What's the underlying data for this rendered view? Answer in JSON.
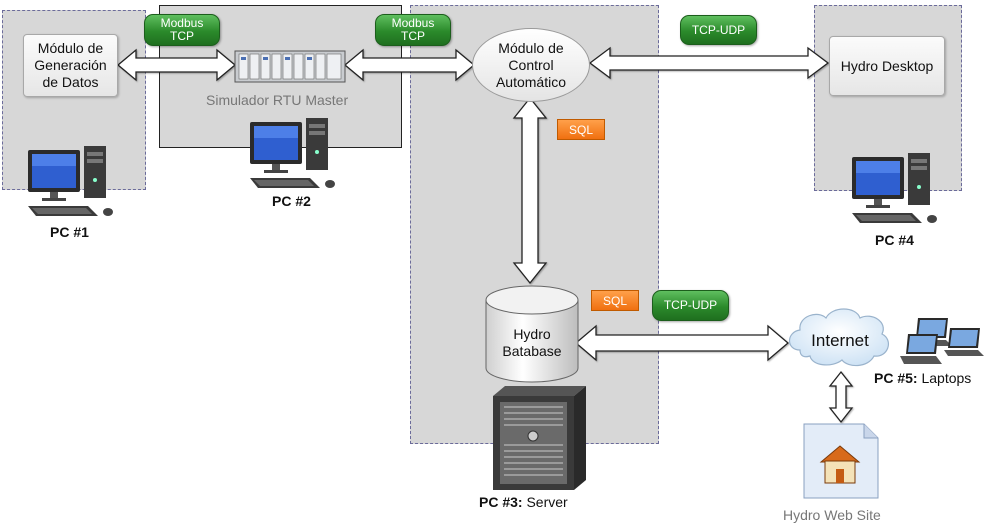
{
  "zones": {
    "pc1": "",
    "pc2": "",
    "pc3": "",
    "pc4": ""
  },
  "nodes": {
    "modulo_generacion": "Módulo de\nGeneración\nde Datos",
    "simulador_rtu": "Simulador RTU Master",
    "modulo_control": "Módulo de\nControl\nAutomático",
    "hydro_desktop": "Hydro Desktop",
    "hydro_database": "Hydro\nBatabase",
    "internet": "Internet",
    "hydro_web_site": "Hydro Web Site"
  },
  "protocols": {
    "modbus_1": "Modbus\nTCP",
    "modbus_2": "Modbus\nTCP",
    "tcp_udp_1": "TCP-UDP",
    "tcp_udp_2": "TCP-UDP",
    "sql_1": "SQL",
    "sql_2": "SQL"
  },
  "pcs": {
    "pc1": {
      "id": "PC #1",
      "role": ""
    },
    "pc2": {
      "id": "PC #2",
      "role": ""
    },
    "pc3": {
      "id": "PC #3:",
      "role": " Server"
    },
    "pc4": {
      "id": "PC #4",
      "role": ""
    },
    "pc5": {
      "id": "PC #5:",
      "role": " Laptops"
    }
  }
}
